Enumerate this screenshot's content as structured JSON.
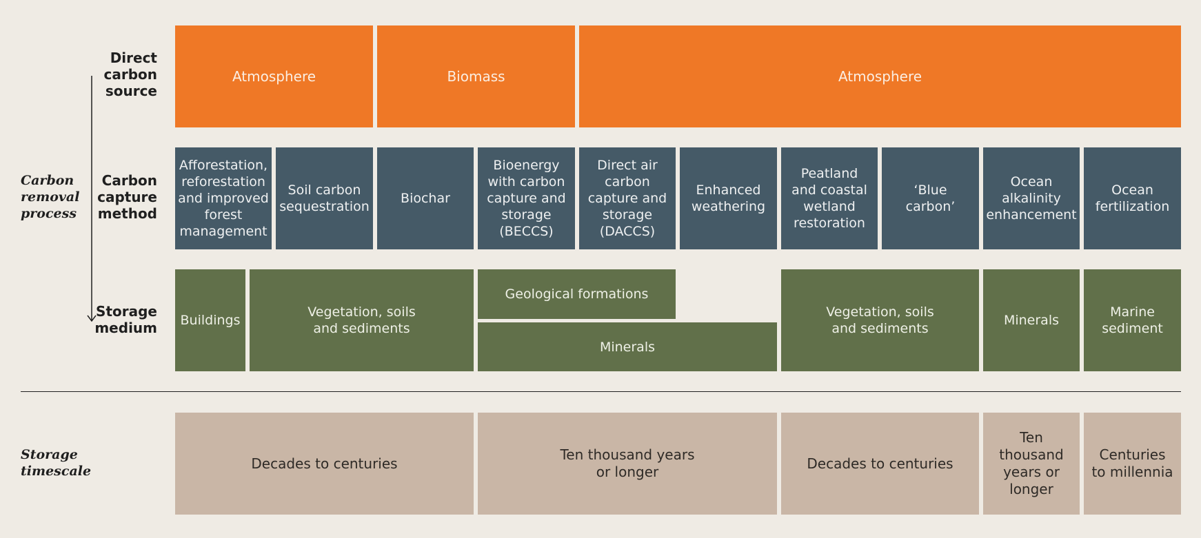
{
  "labels": {
    "carbon_removal_process": "Carbon\nremoval\nprocess",
    "storage_timescale": "Storage\ntimescale",
    "direct_carbon_source": "Direct\ncarbon\nsource",
    "carbon_capture_method": "Carbon\ncapture\nmethod",
    "storage_medium": "Storage\nmedium"
  },
  "sources": [
    "Atmosphere",
    "Biomass",
    "Atmosphere"
  ],
  "methods": [
    "Afforestation,\nreforestation\nand improved\nforest\nmanagement",
    "Soil carbon\nsequestration",
    "Biochar",
    "Bioenergy\nwith carbon\ncapture and\nstorage\n(BECCS)",
    "Direct air\ncarbon\ncapture and\nstorage\n(DACCS)",
    "Enhanced\nweathering",
    "Peatland\nand coastal\nwetland\nrestoration",
    "‘Blue\ncarbon’",
    "Ocean\nalkalinity\nenhancement",
    "Ocean\nfertilization"
  ],
  "media": [
    "Buildings",
    "Vegetation, soils\nand sediments",
    "Geological formations",
    "Minerals",
    "Vegetation, soils\nand sediments",
    "Minerals",
    "Marine\nsediment"
  ],
  "timescales": [
    "Decades to centuries",
    "Ten thousand years\nor longer",
    "Decades to centuries",
    "Ten\nthousand\nyears or\nlonger",
    "Centuries\nto millennia"
  ],
  "colors": {
    "source": "#ef7826",
    "method": "#455a67",
    "medium": "#61704a",
    "timescale": "#c9b6a6",
    "background": "#efebe4"
  }
}
